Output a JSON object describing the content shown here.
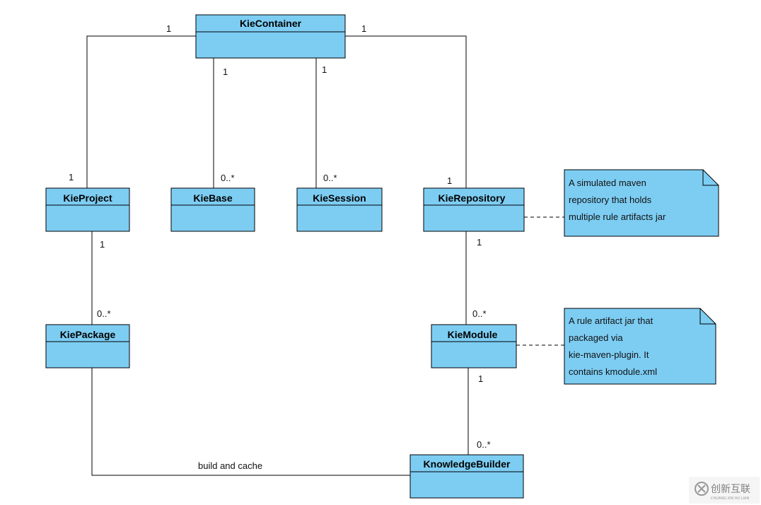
{
  "diagram": {
    "classes": {
      "kie_container": "KieContainer",
      "kie_project": "KieProject",
      "kie_base": "KieBase",
      "kie_session": "KieSession",
      "kie_repository": "KieRepository",
      "kie_package": "KiePackage",
      "kie_module": "KieModule",
      "knowledge_builder": "KnowledgeBuilder"
    },
    "multiplicities": {
      "container_project_top": "1",
      "container_repository_top": "1",
      "container_base_top": "1",
      "container_session_top": "1",
      "project_end": "1",
      "base_end": "0..*",
      "session_end": "0..*",
      "repository_end": "1",
      "project_bottom": "1",
      "package_end": "0..*",
      "repository_bottom": "1",
      "module_end": "0..*",
      "module_bottom": "1",
      "builder_end": "0..*"
    },
    "association_label": "build and cache",
    "notes": {
      "repository_note": [
        "A simulated maven",
        "repository that holds",
        "multiple rule artifacts jar"
      ],
      "module_note": [
        "A rule artifact jar that",
        "packaged via",
        "kie-maven-plugin. It",
        "contains kmodule.xml"
      ]
    },
    "colors": {
      "class_fill": "#7dcdf3",
      "note_fill": "#7dcdf3",
      "line": "#000000"
    }
  },
  "watermark": {
    "text": "创新互联",
    "subtext": "CHUANG XIN HU LIAN"
  }
}
